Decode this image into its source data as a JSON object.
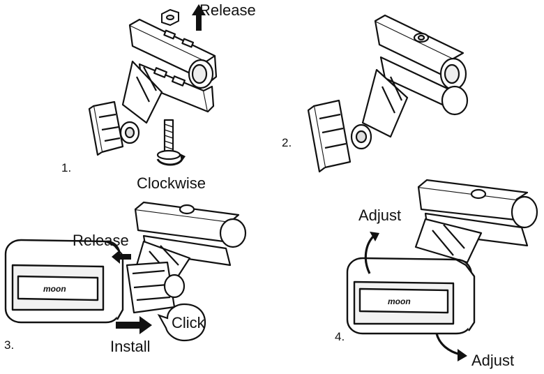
{
  "steps": [
    {
      "number": "1.",
      "labels": {
        "release": "Release",
        "rotate": "Clockwise"
      }
    },
    {
      "number": "2."
    },
    {
      "number": "3.",
      "labels": {
        "release": "Release",
        "install": "Install",
        "click": "Click"
      }
    },
    {
      "number": "4.",
      "labels": {
        "adjust_top": "Adjust",
        "adjust_bottom": "Adjust"
      }
    }
  ],
  "device_brand": "moon",
  "colors": {
    "line": "#111111",
    "fill": "#ffffff",
    "shade": "#e9e9e9"
  }
}
